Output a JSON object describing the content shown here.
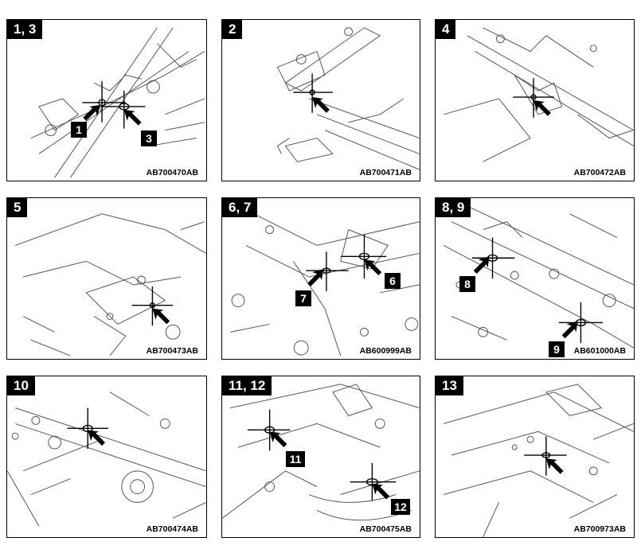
{
  "panels": [
    {
      "tag": "1, 3",
      "code": "AB700470AB",
      "callouts": [
        "1",
        "3"
      ]
    },
    {
      "tag": "2",
      "code": "AB700471AB",
      "callouts": []
    },
    {
      "tag": "4",
      "code": "AB700472AB",
      "callouts": []
    },
    {
      "tag": "5",
      "code": "AB700473AB",
      "callouts": []
    },
    {
      "tag": "6, 7",
      "code": "AB600999AB",
      "callouts": [
        "6",
        "7"
      ]
    },
    {
      "tag": "8, 9",
      "code": "AB601000AB",
      "callouts": [
        "8",
        "9"
      ]
    },
    {
      "tag": "10",
      "code": "AB700474AB",
      "callouts": []
    },
    {
      "tag": "11, 12",
      "code": "AB700475AB",
      "callouts": [
        "11",
        "12"
      ]
    },
    {
      "tag": "13",
      "code": "AB700973AB",
      "callouts": []
    }
  ],
  "icons": {
    "pointer": "arrow-icon",
    "target": "crosshair-icon"
  }
}
